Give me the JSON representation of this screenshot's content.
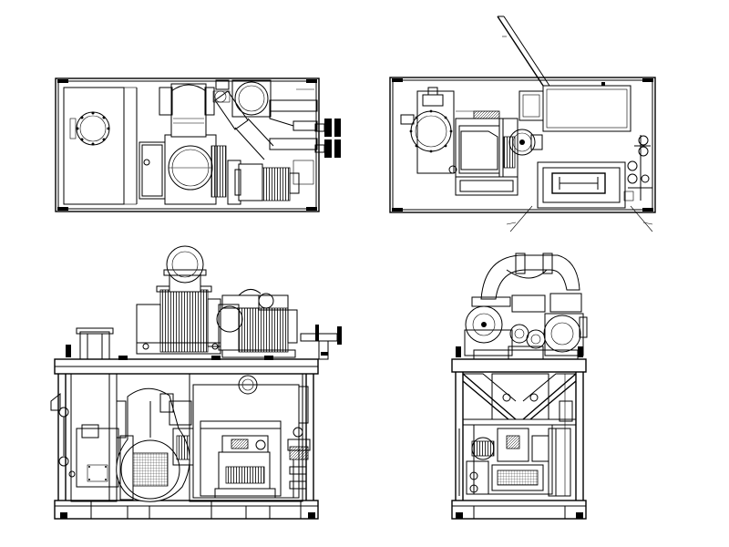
{
  "drawing": {
    "line_color": "#000000",
    "background": "#ffffff",
    "views": [
      {
        "id": "top-view",
        "kind": "plan"
      },
      {
        "id": "end-plan-view",
        "kind": "plan-with-open-lid"
      },
      {
        "id": "side-elevation-view",
        "kind": "elevation"
      },
      {
        "id": "end-elevation-view",
        "kind": "elevation"
      }
    ]
  }
}
